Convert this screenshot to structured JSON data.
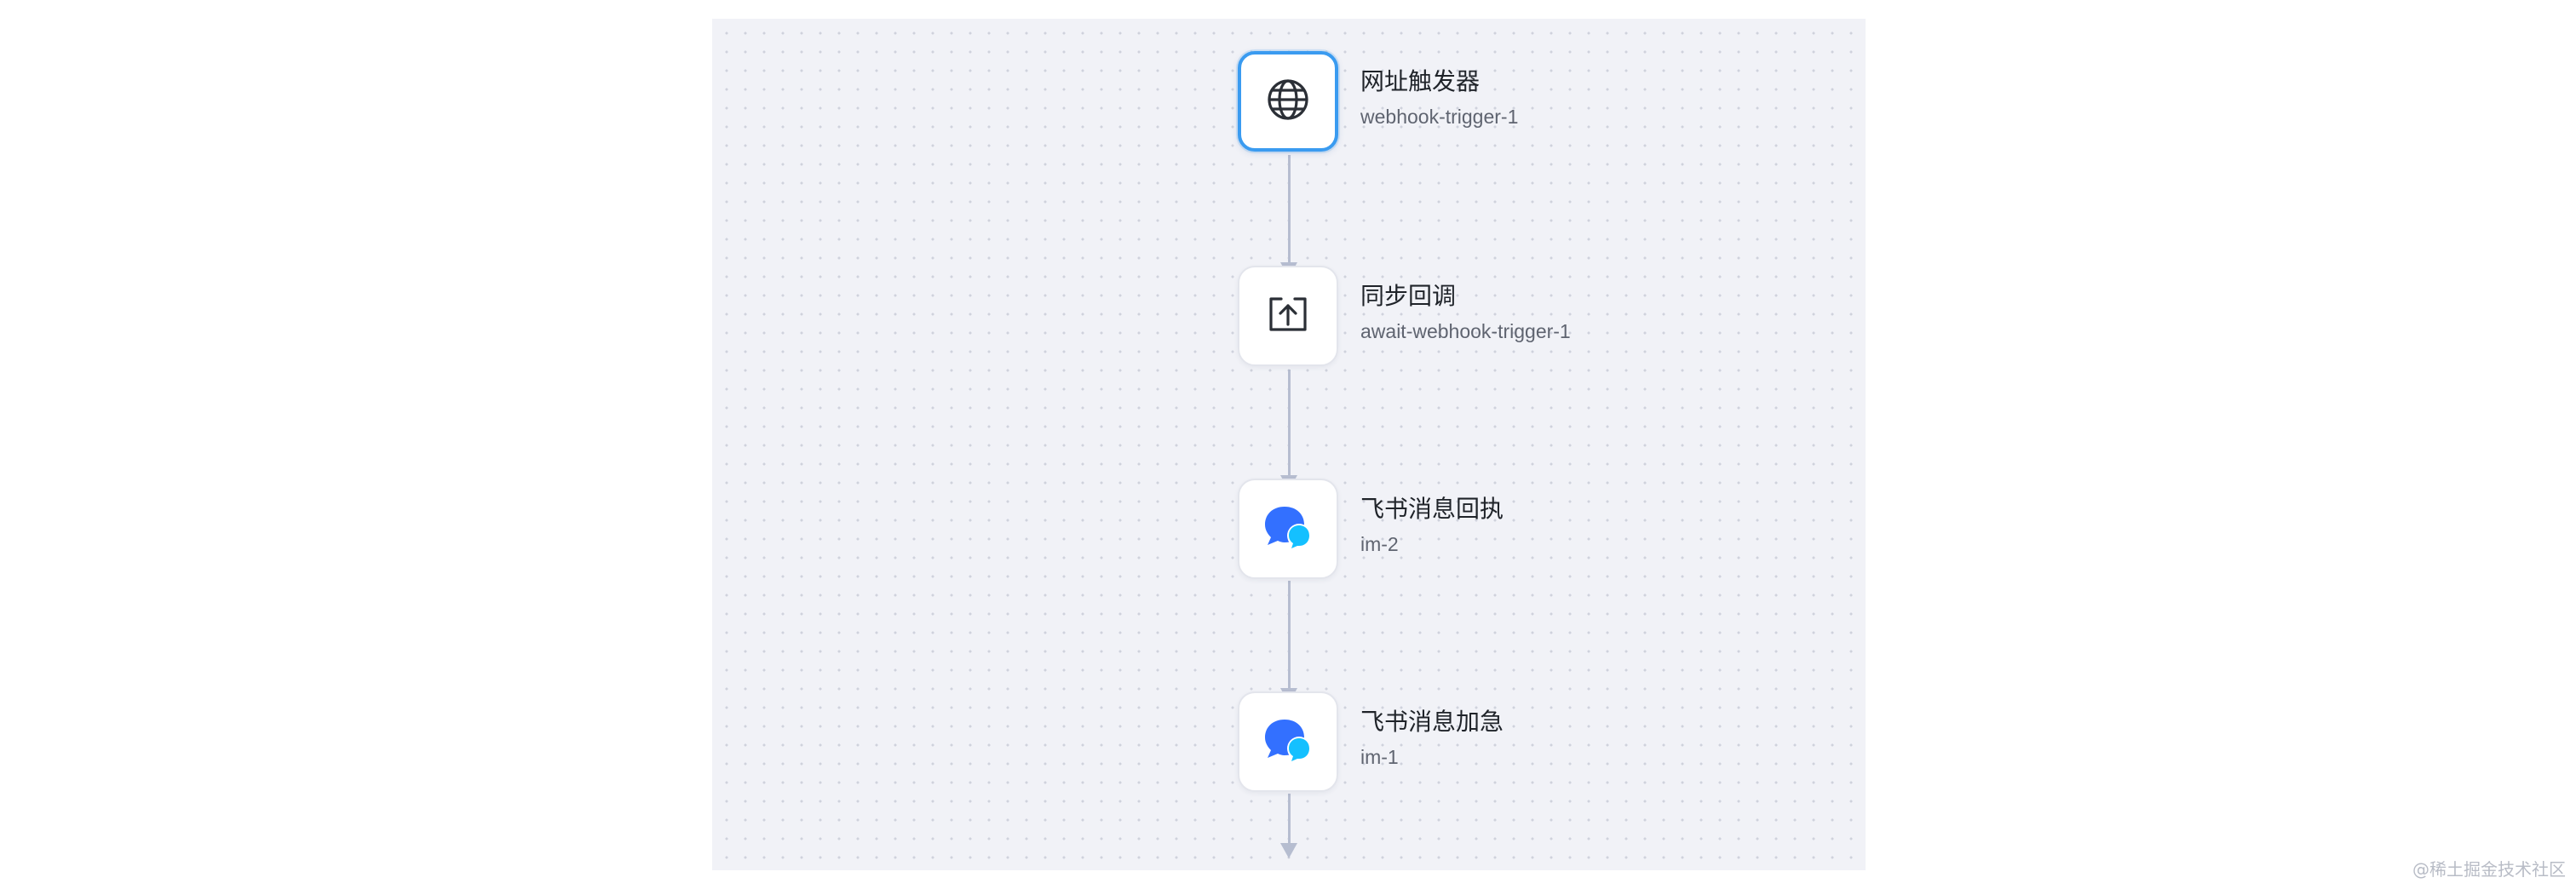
{
  "flow": {
    "nodes": [
      {
        "id": "webhook-trigger-1",
        "title": "网址触发器",
        "subtitle": "webhook-trigger-1",
        "icon": "globe-icon",
        "selected": true
      },
      {
        "id": "await-webhook-trigger-1",
        "title": "同步回调",
        "subtitle": "await-webhook-trigger-1",
        "icon": "upload-box-icon",
        "selected": false
      },
      {
        "id": "im-2",
        "title": "飞书消息回执",
        "subtitle": "im-2",
        "icon": "chat-bubbles-icon",
        "selected": false
      },
      {
        "id": "im-1",
        "title": "飞书消息加急",
        "subtitle": "im-1",
        "icon": "chat-bubbles-icon",
        "selected": false
      }
    ]
  },
  "watermark": "@稀土掘金技术社区",
  "colors": {
    "canvas_background": "#f1f2f7",
    "grid_dot": "#cfd2dc",
    "connector": "#b6bdd0",
    "selected_border": "#3a9bf0",
    "chat_primary": "#3370ff",
    "chat_secondary": "#14c0ff"
  }
}
